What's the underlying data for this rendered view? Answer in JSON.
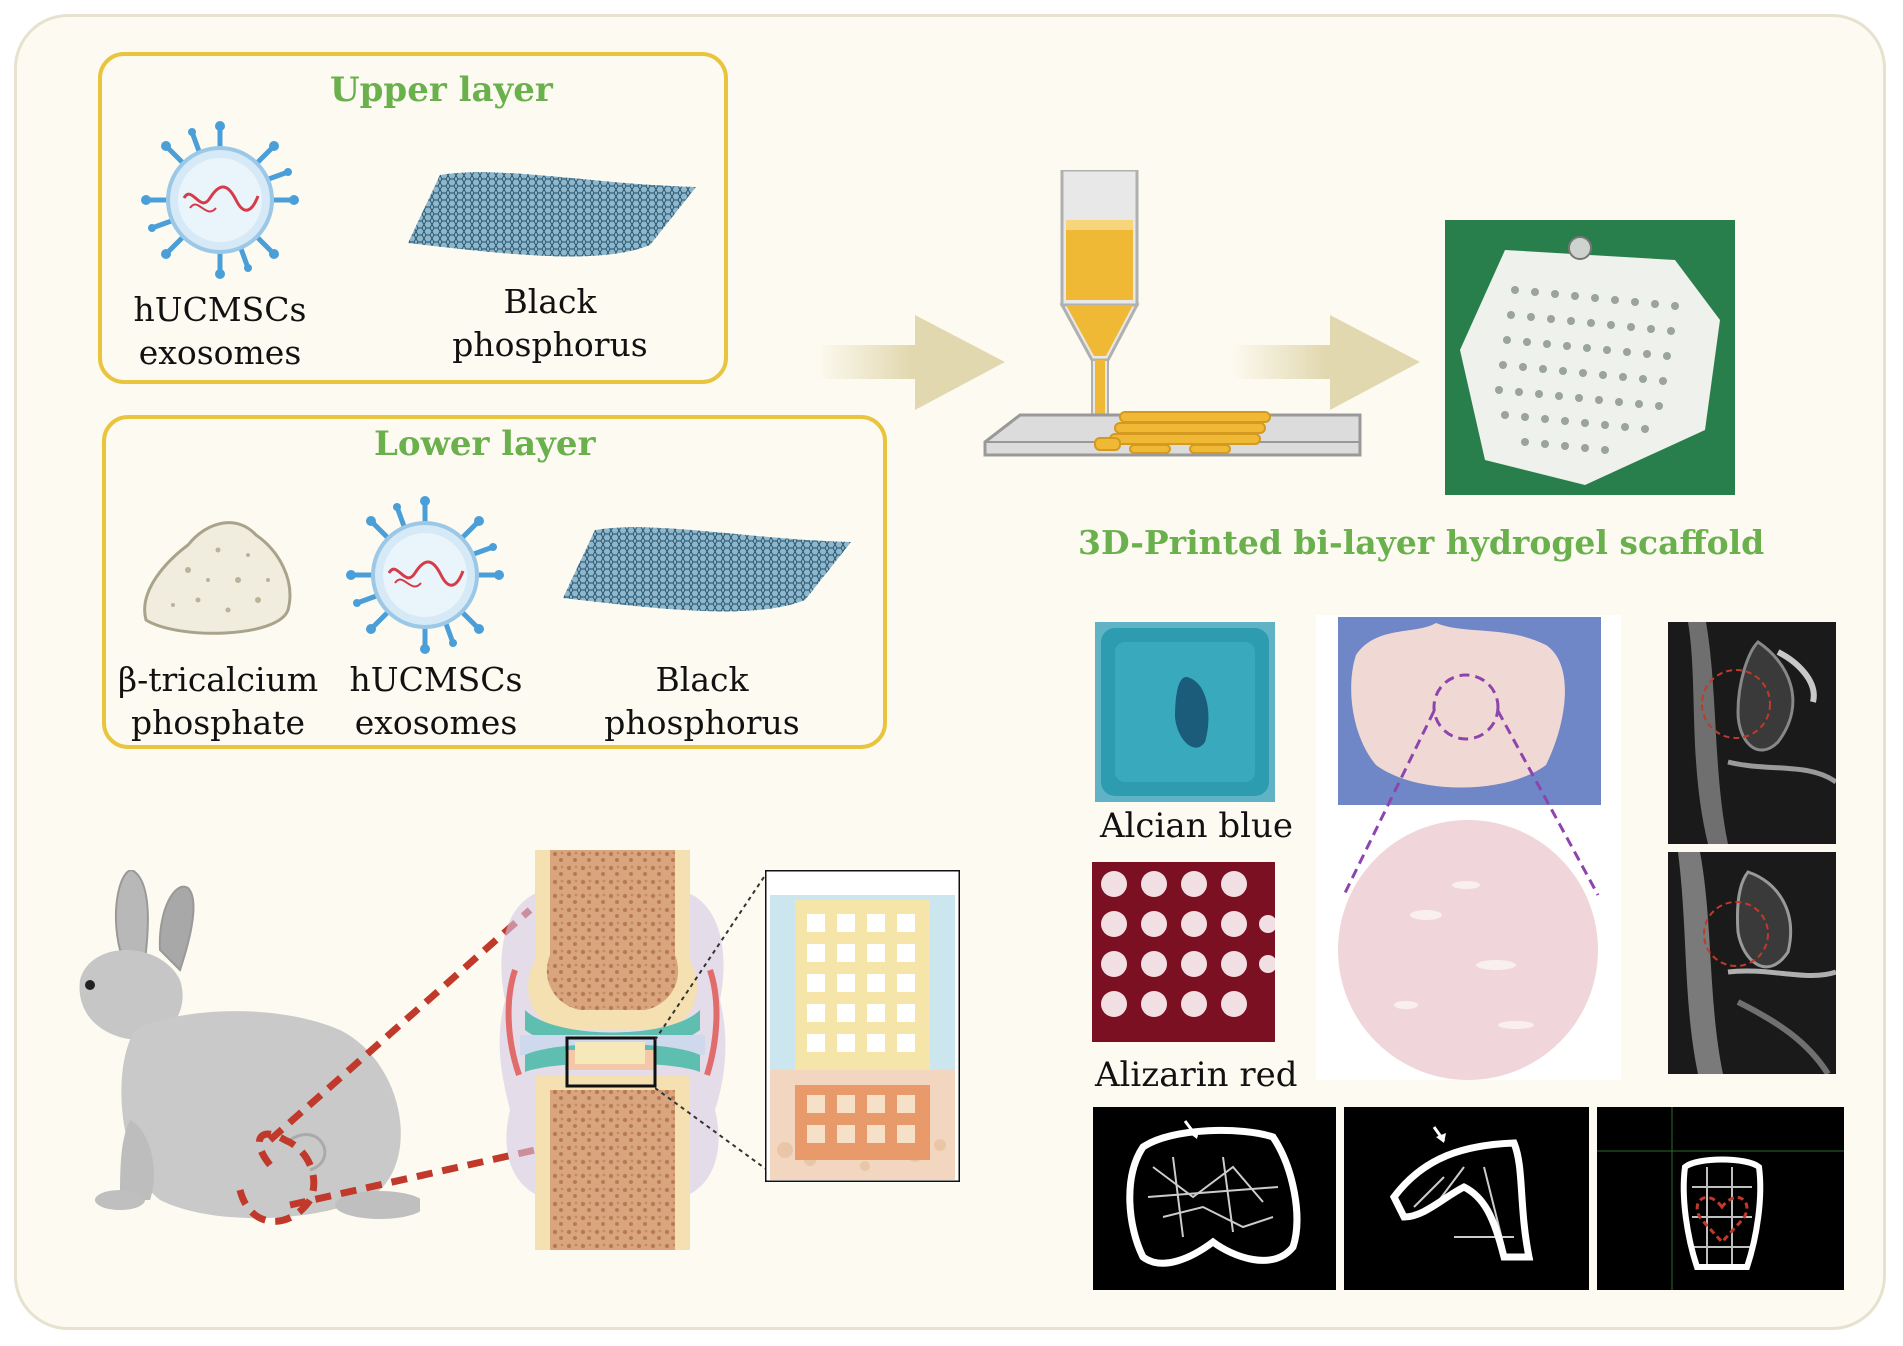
{
  "upper_layer": {
    "title": "Upper layer",
    "items": [
      {
        "line1": "hUCMSCs",
        "line2": "exosomes",
        "icon": "exosome-icon"
      },
      {
        "line1": "Black",
        "line2": "phosphorus",
        "icon": "black-phosphorus-sheet-icon"
      }
    ]
  },
  "lower_layer": {
    "title": "Lower layer",
    "items": [
      {
        "line1": "β-tricalcium",
        "line2": "phosphate",
        "icon": "tricalcium-phosphate-powder-icon"
      },
      {
        "line1": "hUCMSCs",
        "line2": "exosomes",
        "icon": "exosome-icon"
      },
      {
        "line1": "Black",
        "line2": "phosphorus",
        "icon": "black-phosphorus-sheet-icon"
      }
    ]
  },
  "scaffold_caption": "3D-Printed bi-layer hydrogel scaffold",
  "stain_labels": {
    "alcian": "Alcian blue",
    "alizarin": "Alizarin red"
  },
  "colors": {
    "box_border": "#e9c43f",
    "title_green": "#6ab04c",
    "arrow": "#e2d8b0",
    "ink": "#e0a825",
    "dashed_red": "#c0392b",
    "dashed_purple": "#8e44ad"
  }
}
